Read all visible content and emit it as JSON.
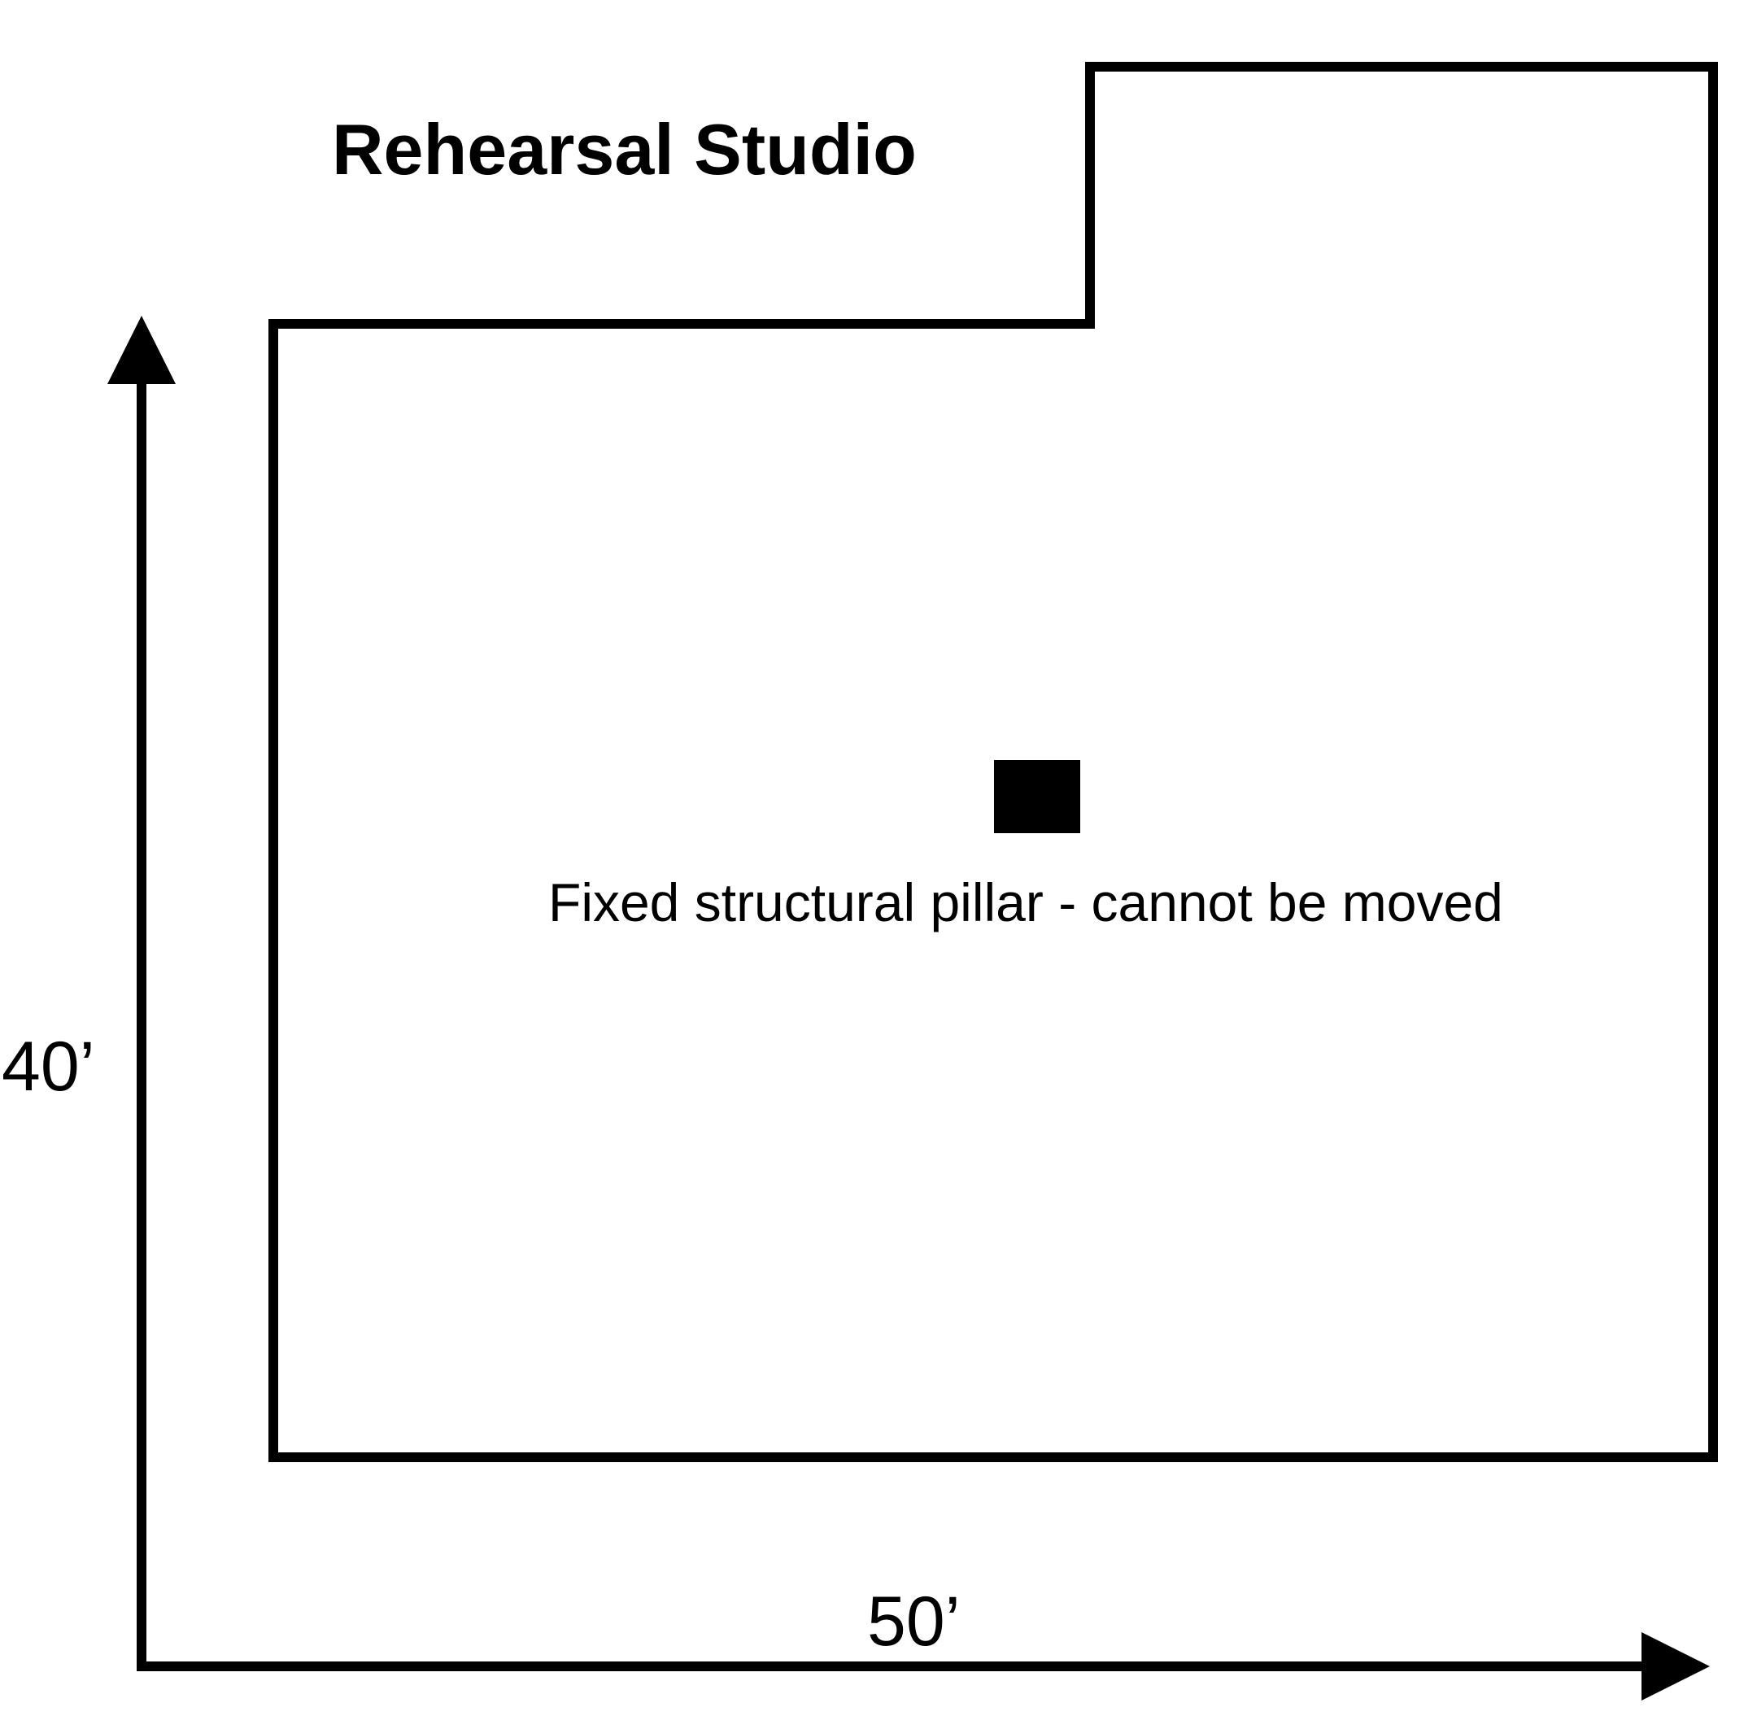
{
  "title": "Rehearsal Studio",
  "dimensions": {
    "height_label": "40’",
    "width_label": "50’"
  },
  "pillar": {
    "label": "Fixed structural pillar - cannot be moved"
  },
  "colors": {
    "stroke": "#000000",
    "background": "#ffffff"
  }
}
